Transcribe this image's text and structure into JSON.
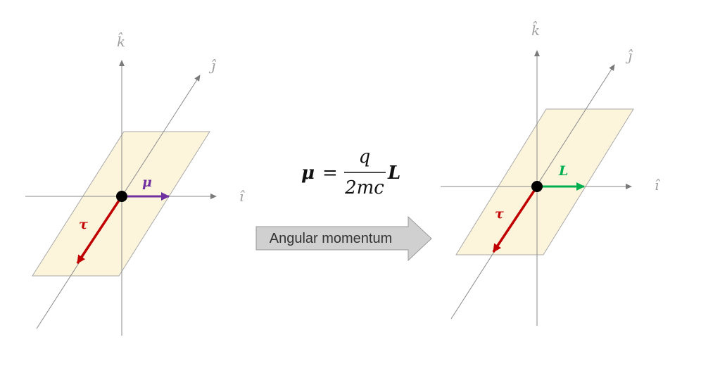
{
  "colors": {
    "mu": "#7030a0",
    "tau": "#c00000",
    "L": "#00b050",
    "plane": "#fdf4dc",
    "axis": "#8a8a8a"
  },
  "left_diagram": {
    "axis_labels": {
      "k": "k̂",
      "j": "ĵ",
      "i": "î"
    },
    "vectors": {
      "mu": "μ",
      "tau": "τ"
    }
  },
  "right_diagram": {
    "axis_labels": {
      "k": "k̂",
      "j": "ĵ",
      "i": "î"
    },
    "vectors": {
      "L": "L",
      "tau": "τ"
    }
  },
  "equation": {
    "lhs": "μ",
    "equals": "=",
    "numerator": "q",
    "denominator": "2mc",
    "rhs": "L"
  },
  "transition_arrow": {
    "label": "Angular momentum"
  }
}
